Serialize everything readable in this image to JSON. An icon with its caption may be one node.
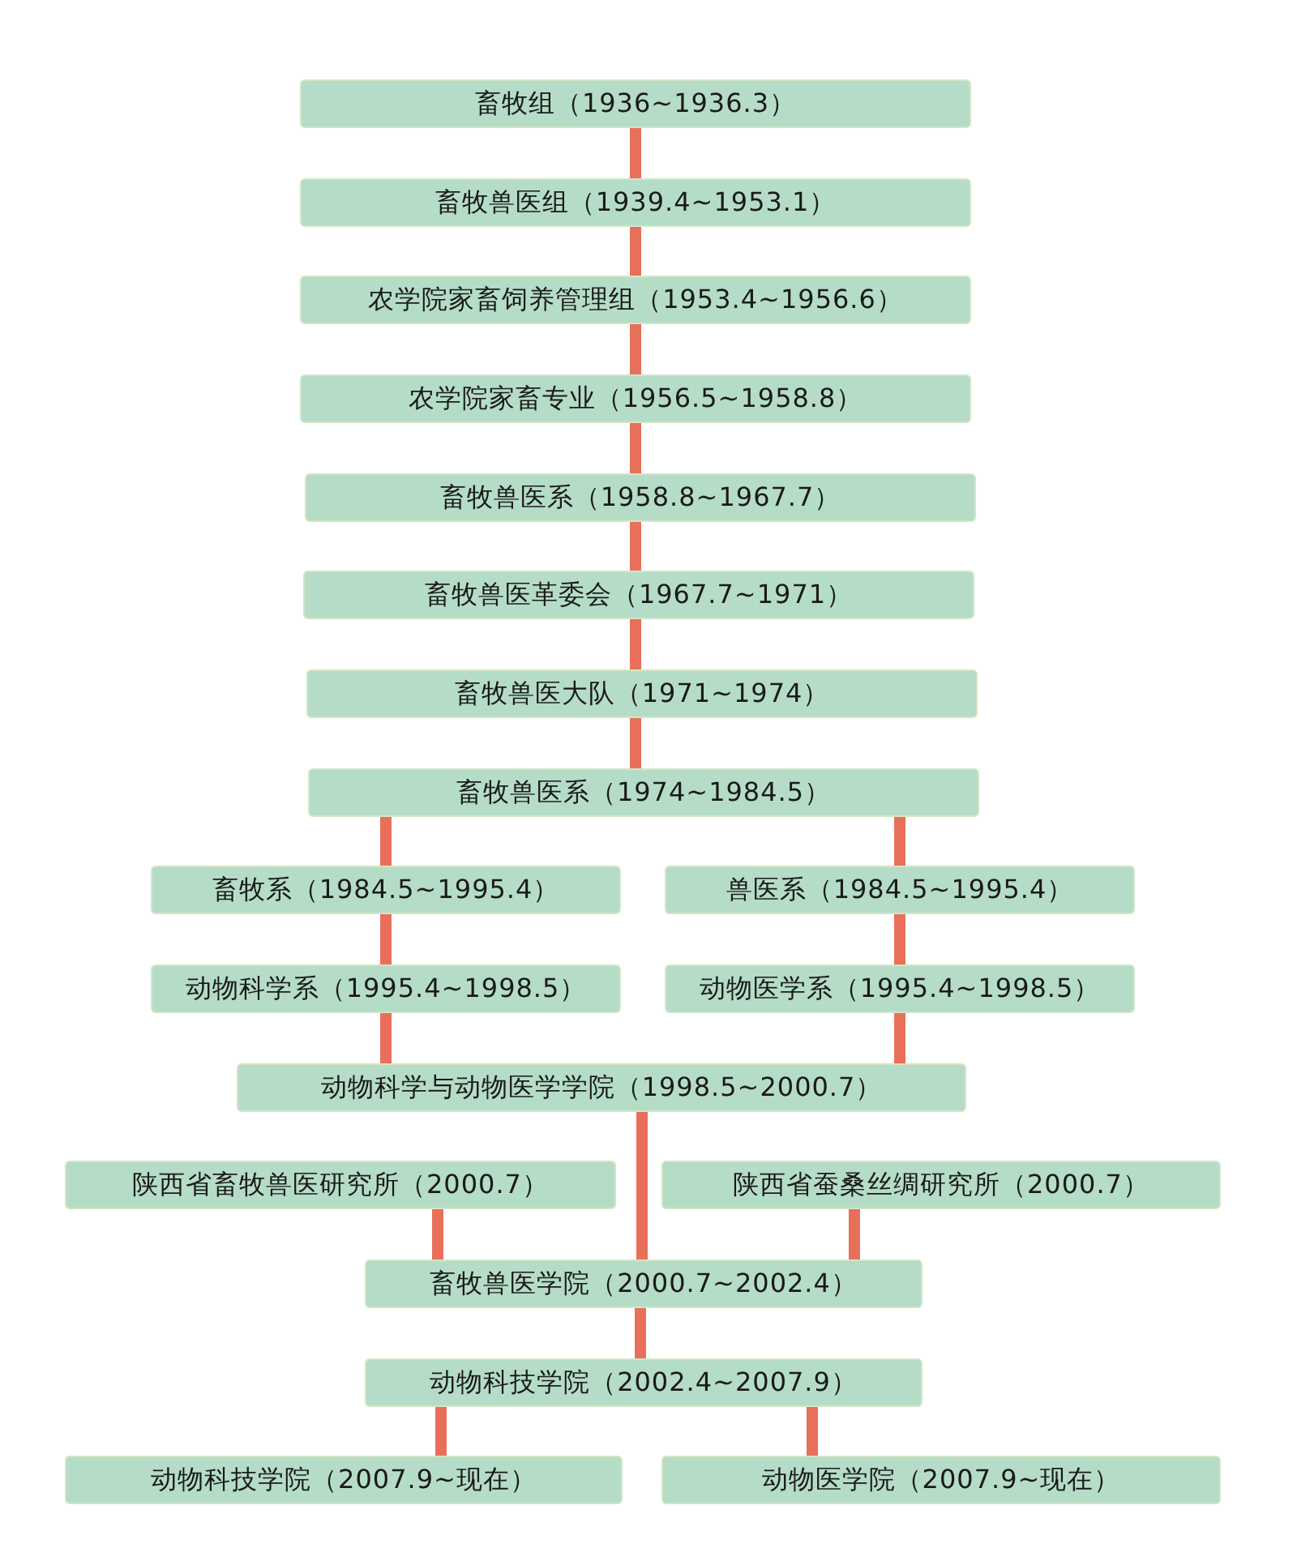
{
  "diagram": {
    "nodes": [
      {
        "text": [
          "畜牧组（1936~1936.3）"
        ]
      },
      {
        "text": [
          "畜牧兽医组（1939.4~1953.1）"
        ]
      },
      {
        "text": [
          "农学院家畜饲养管理组（1953.4~1956.6）"
        ]
      },
      {
        "text": [
          "农学院家畜专业（1956.5~1958.8）"
        ]
      },
      {
        "text": [
          "畜牧兽医系（1958.8~1967.7）"
        ]
      },
      {
        "text": [
          "畜牧兽医革委会（1967.7~1971）"
        ]
      },
      {
        "text": [
          "畜牧兽医大队（1971~1974）"
        ]
      },
      {
        "text": [
          "畜牧兽医系（1974~1984.5）"
        ]
      },
      {
        "text": [
          "畜牧系（1984.5~1995.4）"
        ]
      },
      {
        "text": [
          "兽医系（1984.5~1995.4）"
        ]
      },
      {
        "text": [
          "动物科学系（1995.4~1998.5）"
        ]
      },
      {
        "text": [
          "动物医学系（1995.4~1998.5）"
        ]
      },
      {
        "text": [
          "动物科学与动物医学学院（1998.5~2000.7）"
        ]
      },
      {
        "text": [
          "陕西省畜牧兽医研究所（2000.7）"
        ]
      },
      {
        "text": [
          "陕西省蚕桑丝绸研究所（2000.7）"
        ]
      },
      {
        "text": [
          "畜牧兽医学院（2000.7~2002.4）"
        ]
      },
      {
        "text": [
          "动物科技学院（2002.4~2007.9）"
        ]
      },
      {
        "text": [
          "动物科技学院（2007.9~现在）"
        ]
      },
      {
        "text": [
          "动物医学院（2007.9~现在）"
        ]
      }
    ],
    "edges": [
      {
        "from": 0,
        "to": 1,
        "arrow": "none"
      },
      {
        "from": 1,
        "to": 2,
        "arrow": "none"
      },
      {
        "from": 2,
        "to": 3,
        "arrow": "none"
      },
      {
        "from": 3,
        "to": 4,
        "arrow": "none"
      },
      {
        "from": 4,
        "to": 5,
        "arrow": "none"
      },
      {
        "from": 5,
        "to": 6,
        "arrow": "none"
      },
      {
        "from": 6,
        "to": 7,
        "arrow": "none"
      },
      {
        "from": 7,
        "to": 8,
        "arrow": "none"
      },
      {
        "from": 7,
        "to": 9,
        "arrow": "none"
      },
      {
        "from": 8,
        "to": 10,
        "arrow": "none"
      },
      {
        "from": 9,
        "to": 11,
        "arrow": "none"
      },
      {
        "from": 10,
        "to": 12,
        "arrow": "none"
      },
      {
        "from": 11,
        "to": 12,
        "arrow": "none"
      },
      {
        "from": 12,
        "to": 15,
        "arrow": "none"
      },
      {
        "from": 13,
        "to": 15,
        "arrow": "none"
      },
      {
        "from": 14,
        "to": 15,
        "arrow": "none"
      },
      {
        "from": 15,
        "to": 16,
        "arrow": "none"
      },
      {
        "from": 16,
        "to": 17,
        "arrow": "none"
      },
      {
        "from": 16,
        "to": 18,
        "arrow": "none"
      }
    ]
  }
}
